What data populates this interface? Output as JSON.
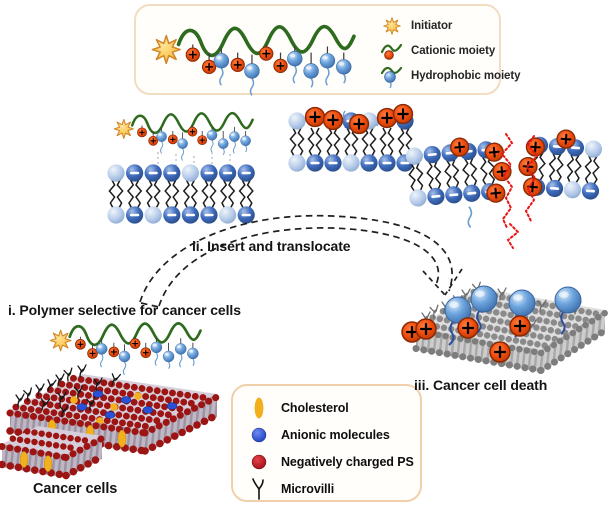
{
  "figure": {
    "steps": {
      "i": "i. Polymer selective for cancer cells",
      "ii": "ii. Insert and translocate",
      "iii": "iii. Cancer cell death"
    },
    "cancer_cells_label": "Cancer cells"
  },
  "legend_polymer": {
    "items": [
      {
        "icon": "initiator-icon",
        "label": "Initiator"
      },
      {
        "icon": "cationic-moiety-icon",
        "label": "Cationic moiety"
      },
      {
        "icon": "hydrophobic-moiety-icon",
        "label": "Hydrophobic moiety"
      }
    ]
  },
  "legend_membrane": {
    "items": [
      {
        "icon": "cholesterol-icon",
        "label": "Cholesterol"
      },
      {
        "icon": "anionic-molecules-icon",
        "label": "Anionic molecules"
      },
      {
        "icon": "negatively-charged-ps-icon",
        "label": "Negatively charged PS"
      },
      {
        "icon": "microvilli-icon",
        "label": "Microvilli"
      }
    ]
  },
  "colors": {
    "initiator_gold": "#fbc754",
    "backbone_green": "#2e6b1e",
    "cationic_orange": "#ee4a0c",
    "hydrophobic_blue": "#5b9bd5",
    "lipid_head_blue": "#3f6cbe",
    "membrane_rupture_red": "#e81616",
    "cholesterol_yellow": "#f2b01e",
    "anionic_blue": "#2b50d8",
    "negatively_charged_ps_red": "#c1121c",
    "dead_membrane_gray": "#8a8a8a",
    "legend_border_tan": "#f2dcc2"
  }
}
